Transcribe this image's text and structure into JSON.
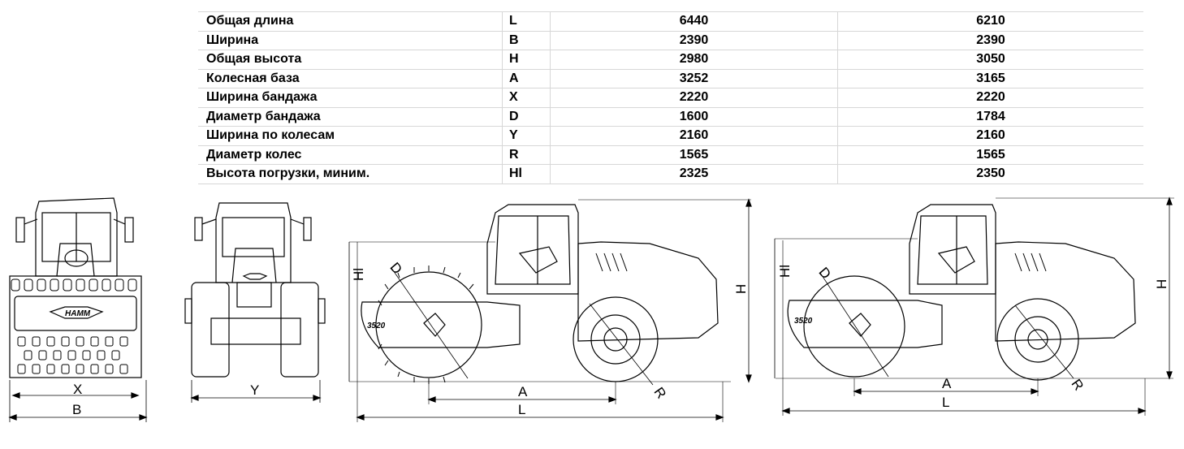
{
  "spec_table": {
    "rows": [
      {
        "param": "Общая длина",
        "symbol": "L",
        "value1": "6440",
        "value2": "6210"
      },
      {
        "param": "Ширина",
        "symbol": "B",
        "value1": "2390",
        "value2": "2390"
      },
      {
        "param": "Общая высота",
        "symbol": "H",
        "value1": "2980",
        "value2": "3050"
      },
      {
        "param": "Колесная база",
        "symbol": "A",
        "value1": "3252",
        "value2": "3165"
      },
      {
        "param": "Ширина бандажа",
        "symbol": "X",
        "value1": "2220",
        "value2": "2220"
      },
      {
        "param": "Диаметр бандажа",
        "symbol": "D",
        "value1": "1600",
        "value2": "1784"
      },
      {
        "param": "Ширина по колесам",
        "symbol": "Y",
        "value1": "2160",
        "value2": "2160"
      },
      {
        "param": "Диаметр колес",
        "symbol": "R",
        "value1": "1565",
        "value2": "1565"
      },
      {
        "param": "Высота погрузки, миним.",
        "symbol": "Hl",
        "value1": "2325",
        "value2": "2350"
      }
    ]
  },
  "drawing": {
    "front_view": {
      "dim_x": "X",
      "dim_b": "B",
      "logo": "HAMM"
    },
    "rear_view": {
      "dim_y": "Y"
    },
    "side_padfoot": {
      "dim_a": "A",
      "dim_l": "L",
      "dim_h": "H",
      "dim_hl": "Hl",
      "dim_d": "D",
      "dim_r": "R",
      "model": "3520"
    },
    "side_smooth": {
      "dim_a": "A",
      "dim_l": "L",
      "dim_h": "H",
      "dim_hl": "Hl",
      "dim_d": "D",
      "dim_r": "R",
      "model": "3520"
    }
  },
  "icons": [
    "hamm-logo-icon"
  ]
}
